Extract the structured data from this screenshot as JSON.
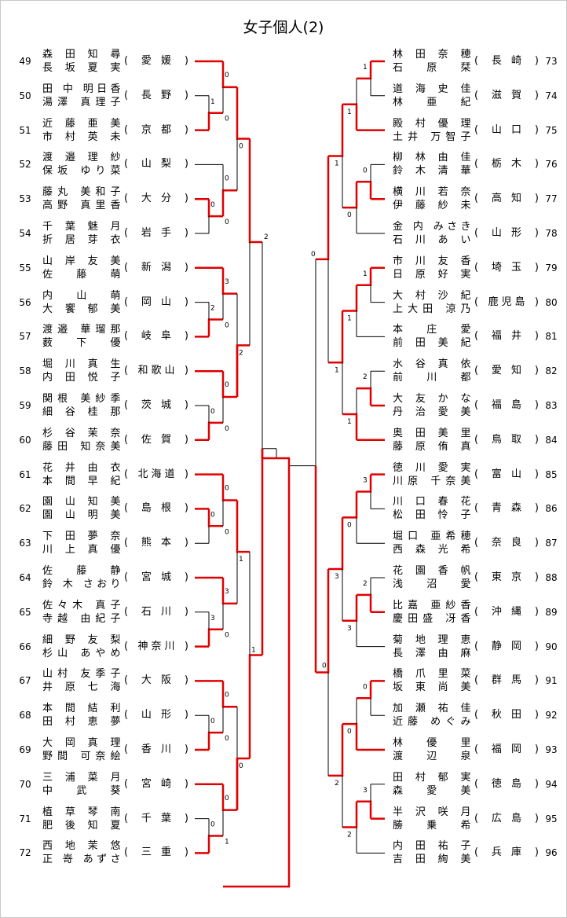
{
  "title": "女子個人(2)",
  "colors": {
    "winner_line": "#e00000",
    "bracket_line": "#000000"
  },
  "left": [
    {
      "num": "49",
      "names": [
        "森 田 知 尋",
        "長 坂 夏 実"
      ],
      "pref": "愛 媛"
    },
    {
      "num": "50",
      "names": [
        "田 中 明日香",
        "湯澤 真理子"
      ],
      "pref": "長 野"
    },
    {
      "num": "51",
      "names": [
        "近 藤 亜 美",
        "市 村 英 未"
      ],
      "pref": "京 都"
    },
    {
      "num": "52",
      "names": [
        "渡 邉 理 紗",
        "保坂 ゆり菜"
      ],
      "pref": "山 梨"
    },
    {
      "num": "53",
      "names": [
        "藤丸 美和子",
        "高野 真里香"
      ],
      "pref": "大 分"
    },
    {
      "num": "54",
      "names": [
        "千 葉 魅 月",
        "折 居 芽 衣"
      ],
      "pref": "岩 手"
    },
    {
      "num": "55",
      "names": [
        "山 岸 友 美",
        "佐 藤 萌"
      ],
      "pref": "新 潟"
    },
    {
      "num": "56",
      "names": [
        "内 山 萌",
        "大 饗 郁 美"
      ],
      "pref": "岡 山"
    },
    {
      "num": "57",
      "names": [
        "渡邉 華瑠那",
        "薮 下 優"
      ],
      "pref": "岐 阜"
    },
    {
      "num": "58",
      "names": [
        "堀 川 真 生",
        "内 田 悦 子"
      ],
      "pref": "和歌山"
    },
    {
      "num": "59",
      "names": [
        "関根 美紗季",
        "細 谷 桂 那"
      ],
      "pref": "茨 城"
    },
    {
      "num": "60",
      "names": [
        "杉 谷 茉 奈",
        "藤田 知奈美"
      ],
      "pref": "佐 賀"
    },
    {
      "num": "61",
      "names": [
        "花 井 由 衣",
        "本 間 早 紀"
      ],
      "pref": "北海道"
    },
    {
      "num": "62",
      "names": [
        "園 山 知 美",
        "園 山 明 美"
      ],
      "pref": "島 根"
    },
    {
      "num": "63",
      "names": [
        "下 田 夢 奈",
        "川 上 真 優"
      ],
      "pref": "熊 本"
    },
    {
      "num": "64",
      "names": [
        "佐 藤 静",
        "鈴 木 さおり"
      ],
      "pref": "宮 城"
    },
    {
      "num": "65",
      "names": [
        "佐々木 真子",
        "寺越 由紀子"
      ],
      "pref": "石 川"
    },
    {
      "num": "66",
      "names": [
        "細 野 友 梨",
        "杉山 あやめ"
      ],
      "pref": "神奈川"
    },
    {
      "num": "67",
      "names": [
        "山村 友季子",
        "井 原 七 海"
      ],
      "pref": "大 阪"
    },
    {
      "num": "68",
      "names": [
        "本 間 結 利",
        "田 村 恵 夢"
      ],
      "pref": "山 形"
    },
    {
      "num": "69",
      "names": [
        "大 岡 真 理",
        "野間 可奈絵"
      ],
      "pref": "香 川"
    },
    {
      "num": "70",
      "names": [
        "三 浦 菜 月",
        "中 武 葵"
      ],
      "pref": "宮 崎"
    },
    {
      "num": "71",
      "names": [
        "植 草 琴 南",
        "肥 後 知 夏"
      ],
      "pref": "千 葉"
    },
    {
      "num": "72",
      "names": [
        "西 地 茉 悠",
        "正 嵜 あずさ"
      ],
      "pref": "三 重"
    }
  ],
  "right": [
    {
      "num": "73",
      "names": [
        "林 田 奈 穂",
        "石 原 栞"
      ],
      "pref": "長 崎"
    },
    {
      "num": "74",
      "names": [
        "道 海 史 佳",
        "林 亜 紀"
      ],
      "pref": "滋 賀"
    },
    {
      "num": "75",
      "names": [
        "殿 村 優 理",
        "土井 万智子"
      ],
      "pref": "山 口"
    },
    {
      "num": "76",
      "names": [
        "柳 林 由 佳",
        "鈴 木 清 華"
      ],
      "pref": "栃 木"
    },
    {
      "num": "77",
      "names": [
        "横 川 若 奈",
        "伊 藤 紗 未"
      ],
      "pref": "高 知"
    },
    {
      "num": "78",
      "names": [
        "金 内 みさき",
        "石 川 あ い"
      ],
      "pref": "山 形"
    },
    {
      "num": "79",
      "names": [
        "市 川 友 香",
        "日 原 好 実"
      ],
      "pref": "埼 玉"
    },
    {
      "num": "80",
      "names": [
        "大 村 沙 紀",
        "上大田 涼乃"
      ],
      "pref": "鹿児島"
    },
    {
      "num": "81",
      "names": [
        "本 庄 愛",
        "前 田 美 紀"
      ],
      "pref": "福 井"
    },
    {
      "num": "82",
      "names": [
        "水 谷 真 依",
        "前 川 都"
      ],
      "pref": "愛 知"
    },
    {
      "num": "83",
      "names": [
        "大 友 か な",
        "丹 治 愛 美"
      ],
      "pref": "福 島"
    },
    {
      "num": "84",
      "names": [
        "奥 田 美 里",
        "藤 原 侑 真"
      ],
      "pref": "鳥 取"
    },
    {
      "num": "85",
      "names": [
        "徳 川 愛 実",
        "川原 千奈美"
      ],
      "pref": "富 山"
    },
    {
      "num": "86",
      "names": [
        "川 口 春 花",
        "松 田 怜 子"
      ],
      "pref": "青 森"
    },
    {
      "num": "87",
      "names": [
        "堀口 亜希穂",
        "西 森 光 希"
      ],
      "pref": "奈 良"
    },
    {
      "num": "88",
      "names": [
        "花 園 香 帆",
        "浅 沼 愛"
      ],
      "pref": "東 京"
    },
    {
      "num": "89",
      "names": [
        "比嘉 亜紗香",
        "慶田盛 冴香"
      ],
      "pref": "沖 縄"
    },
    {
      "num": "90",
      "names": [
        "菊 地 理 恵",
        "長 澤 由 麻"
      ],
      "pref": "静 岡"
    },
    {
      "num": "91",
      "names": [
        "橋 爪 里 菜",
        "坂 東 尚 美"
      ],
      "pref": "群 馬"
    },
    {
      "num": "92",
      "names": [
        "加 瀬 祐 佳",
        "近藤 めぐみ"
      ],
      "pref": "秋 田"
    },
    {
      "num": "93",
      "names": [
        "林 優 里",
        "渡 辺 泉"
      ],
      "pref": "福 岡"
    },
    {
      "num": "94",
      "names": [
        "田 村 郁 実",
        "森 愛 美"
      ],
      "pref": "徳 島"
    },
    {
      "num": "95",
      "names": [
        "半 沢 咲 月",
        "勝 乗 希"
      ],
      "pref": "広 島"
    },
    {
      "num": "96",
      "names": [
        "内 田 祐 子",
        "吉 田 絢 美"
      ],
      "pref": "兵 庫"
    }
  ],
  "scores": [
    "1",
    "0",
    "0",
    "0",
    "0",
    "0",
    "2",
    "0",
    "3",
    "0",
    "0",
    "0",
    "0",
    "0",
    "0",
    "3",
    "0",
    "3",
    "0",
    "0",
    "0",
    "0",
    "1",
    "0",
    "0",
    "2",
    "1",
    "0",
    "2",
    "1",
    "1",
    "1",
    "0",
    "0",
    "1",
    "1",
    "2",
    "1",
    "3",
    "0",
    "2",
    "3",
    "0",
    "0",
    "3",
    "2",
    "1",
    "1",
    "3",
    "2",
    "0",
    "0",
    "3",
    "0",
    "0",
    "2"
  ]
}
